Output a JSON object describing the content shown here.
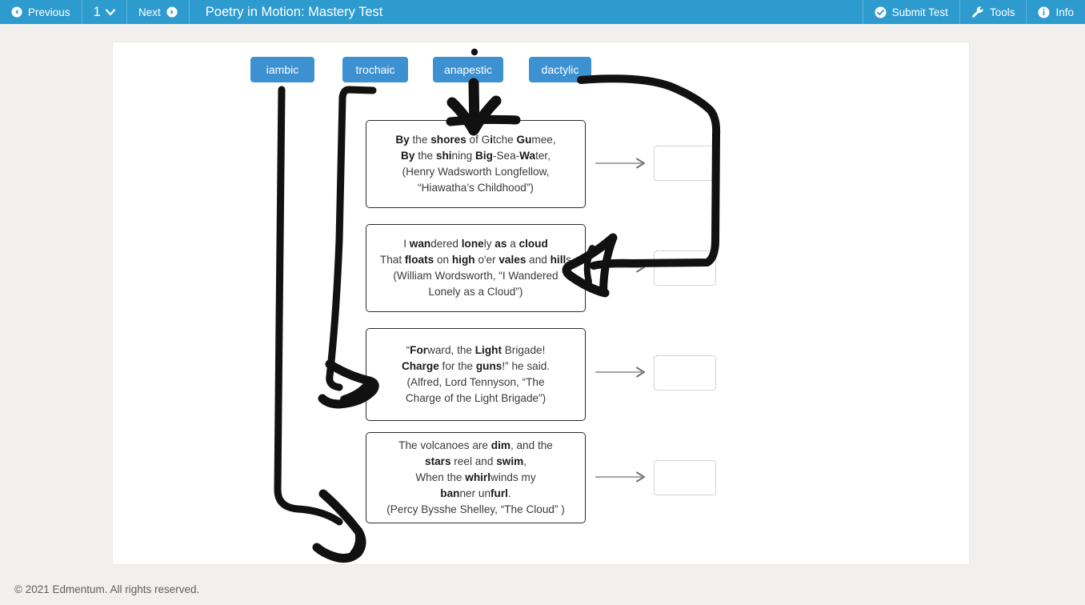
{
  "topbar": {
    "previous_label": "Previous",
    "page_number": "1",
    "next_label": "Next",
    "title": "Poetry in Motion: Mastery Test",
    "submit_label": "Submit Test",
    "tools_label": "Tools",
    "info_label": "Info",
    "background_color": "#2e9bcf"
  },
  "footer": {
    "copyright": "© 2021 Edmentum. All rights reserved."
  },
  "tiles": [
    {
      "label": "iambic"
    },
    {
      "label": "trochaic"
    },
    {
      "label": "anapestic"
    },
    {
      "label": "dactylic"
    }
  ],
  "tile_color": "#3d91d1",
  "poems": [
    {
      "lines": [
        [
          {
            "t": "By",
            "b": true
          },
          {
            "t": " the "
          },
          {
            "t": "shores",
            "b": true
          },
          {
            "t": " of G"
          },
          {
            "t": "i",
            "b": true
          },
          {
            "t": "tche "
          },
          {
            "t": "Gu",
            "b": true
          },
          {
            "t": "mee,"
          }
        ],
        [
          {
            "t": "By",
            "b": true
          },
          {
            "t": " the "
          },
          {
            "t": "shi",
            "b": true
          },
          {
            "t": "ning "
          },
          {
            "t": "Big",
            "b": true
          },
          {
            "t": "-Sea-"
          },
          {
            "t": "Wa",
            "b": true
          },
          {
            "t": "ter,"
          }
        ],
        [
          {
            "t": "(Henry Wadsworth Longfellow,"
          }
        ],
        [
          {
            "t": "“Hiawatha’s Childhood”)"
          }
        ]
      ]
    },
    {
      "lines": [
        [
          {
            "t": "I "
          },
          {
            "t": "wan",
            "b": true
          },
          {
            "t": "dered "
          },
          {
            "t": "lone",
            "b": true
          },
          {
            "t": "ly "
          },
          {
            "t": "as",
            "b": true
          },
          {
            "t": " a "
          },
          {
            "t": "cloud",
            "b": true
          }
        ],
        [
          {
            "t": "That "
          },
          {
            "t": "floats",
            "b": true
          },
          {
            "t": " on "
          },
          {
            "t": "high",
            "b": true
          },
          {
            "t": " o'er "
          },
          {
            "t": "vales",
            "b": true
          },
          {
            "t": " and "
          },
          {
            "t": "hill",
            "b": true
          },
          {
            "t": "s"
          }
        ],
        [
          {
            "t": "(William Wordsworth, “I Wandered"
          }
        ],
        [
          {
            "t": "Lonely as a Cloud”)"
          }
        ]
      ]
    },
    {
      "lines": [
        [
          {
            "t": "“"
          },
          {
            "t": "For",
            "b": true
          },
          {
            "t": "ward, the "
          },
          {
            "t": "Light",
            "b": true
          },
          {
            "t": " Brigade!"
          }
        ],
        [
          {
            "t": "Charge",
            "b": true
          },
          {
            "t": " for the "
          },
          {
            "t": "guns",
            "b": true
          },
          {
            "t": "!” he said."
          }
        ],
        [
          {
            "t": "(Alfred, Lord Tennyson, “The"
          }
        ],
        [
          {
            "t": "Charge of the Light Brigade”)"
          }
        ]
      ]
    },
    {
      "lines": [
        [
          {
            "t": "The volcanoes are "
          },
          {
            "t": "dim",
            "b": true
          },
          {
            "t": ", and the"
          }
        ],
        [
          {
            "t": "stars",
            "b": true
          },
          {
            "t": " reel and "
          },
          {
            "t": "swim",
            "b": true
          },
          {
            "t": ","
          }
        ],
        [
          {
            "t": "When the "
          },
          {
            "t": "whirl",
            "b": true
          },
          {
            "t": "winds my"
          }
        ],
        [
          {
            "t": "ban",
            "b": true
          },
          {
            "t": "ner un"
          },
          {
            "t": "furl",
            "b": true
          },
          {
            "t": "."
          }
        ],
        [
          {
            "t": "(Percy Bysshe Shelley, “The Cloud” )"
          }
        ]
      ]
    }
  ],
  "drop_boxes": [
    {
      "value": ""
    },
    {
      "value": ""
    },
    {
      "value": ""
    },
    {
      "value": ""
    }
  ],
  "annotations": {
    "note": "hand-drawn ink strokes linking tiles to poem boxes",
    "ink_color": "#111111"
  }
}
